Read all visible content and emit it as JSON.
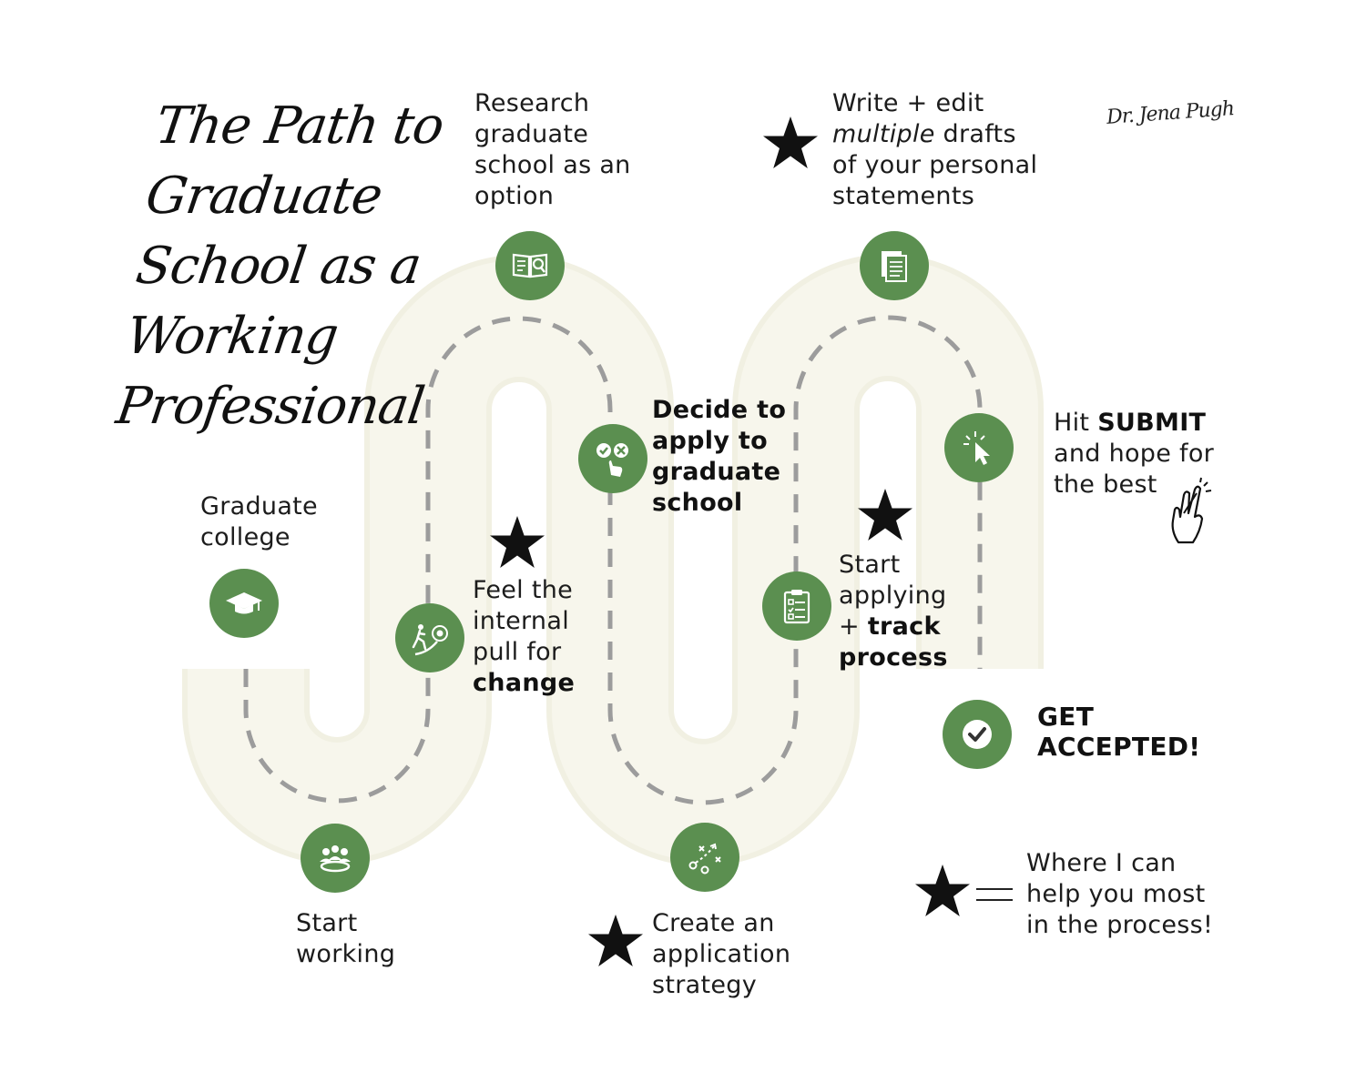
{
  "title": {
    "lines": [
      "The Path to",
      "Graduate",
      "School as a",
      "Working",
      "Professional"
    ]
  },
  "signature": "Dr. Jena Pugh",
  "colors": {
    "road": "#f7f6ec",
    "road_edge": "#f1f0e2",
    "dash": "#9c9c9c",
    "icon_green": "#5b8f50",
    "text": "#1c1c1c",
    "star": "#111111"
  },
  "steps": {
    "graduate": {
      "icon": "graduation-cap-icon",
      "lines": [
        "Graduate",
        "college"
      ]
    },
    "start_working": {
      "icon": "team-meeting-icon",
      "lines": [
        "Start",
        "working"
      ]
    },
    "feel_pull": {
      "icon": "climb-to-target-icon",
      "line1": "Feel the",
      "line2": "internal",
      "line3": "pull for",
      "bold": "change"
    },
    "research": {
      "icon": "open-book-search-icon",
      "lines": [
        "Research",
        "graduate",
        "school as an",
        "option"
      ]
    },
    "decide": {
      "icon": "choice-check-x-icon",
      "lines": [
        "Decide to",
        "apply to",
        "graduate",
        "school"
      ]
    },
    "strategy": {
      "icon": "strategy-play-icon",
      "lines": [
        "Create an",
        "application",
        "strategy"
      ]
    },
    "apply_track": {
      "icon": "checklist-clipboard-icon",
      "line1": "Start",
      "line2": "applying",
      "prefix": "+ ",
      "bold1": "track",
      "bold2": "process"
    },
    "drafts": {
      "icon": "documents-stack-icon",
      "line1": "Write + edit",
      "italic": "multiple",
      "line2_rest": " drafts",
      "line3": "of your personal",
      "line4": "statements"
    },
    "submit": {
      "icon": "cursor-click-icon",
      "prefix": "Hit ",
      "bold": "SUBMIT",
      "line2": "and hope for",
      "line3": "the best"
    },
    "accepted": {
      "icon": "check-circle-icon",
      "lines": [
        "GET",
        "ACCEPTED!"
      ]
    }
  },
  "legend": {
    "icon": "star-icon",
    "symbol": "=",
    "lines": [
      "Where I can",
      "help you most",
      "in the process!"
    ]
  }
}
